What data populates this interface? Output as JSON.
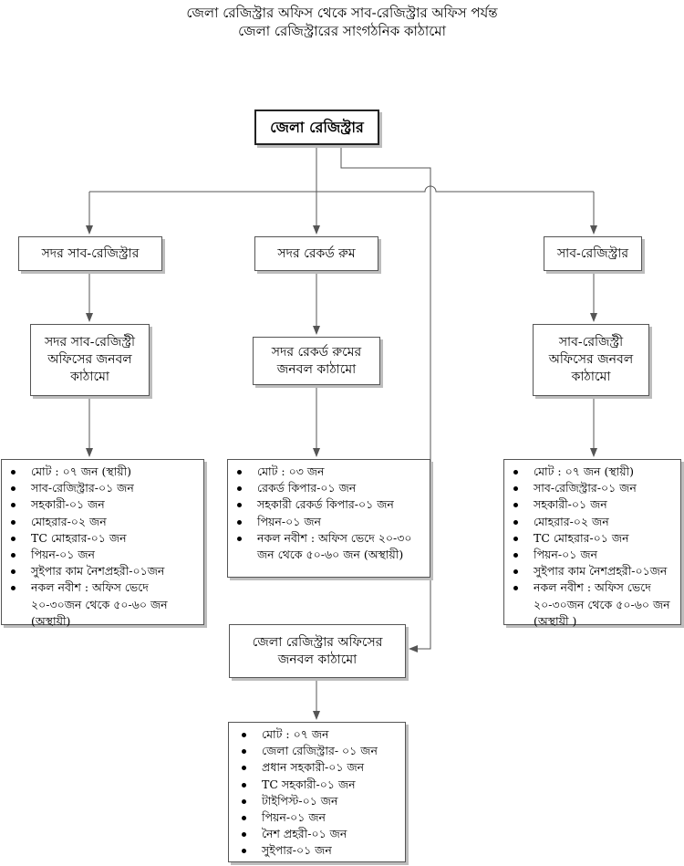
{
  "title": {
    "line1": "জেলা রেজিস্ট্রার অফিস থেকে সাব-রেজিস্ট্রার অফিস পর্যন্ত",
    "line2": "জেলা রেজিস্ট্রারের সাংগঠনিক কাঠামো"
  },
  "nodes": {
    "root": "জেলা রেজিস্ট্রার",
    "left_head": "সদর সাব-রেজিস্ট্রার",
    "center_head": "সদর রেকর্ড রুম",
    "right_head": "সাব-রেজিস্ট্রার",
    "left_structure": "সদর সাব-রেজিস্ট্রী অফিসের জনবল কাঠামো",
    "center_structure": "সদর রেকর্ড রুমের জনবল কাঠামো",
    "right_structure": "সাব-রেজিস্ট্রী অফিসের জনবল কাঠামো",
    "district_structure": "জেলা রেজিস্ট্রার অফিসের জনবল কাঠামো"
  },
  "lists": {
    "left": [
      "মোট : ০৭ জন (স্থায়ী)",
      "সাব-রেজিস্ট্রার-০১ জন",
      "সহকারী-০১ জন",
      "মোহরার-০২ জন",
      "TC মোহরার-০১ জন",
      "পিয়ন-০১ জন",
      "সুইপার কাম নৈশপ্রহরী-০১জন",
      "নকল নবীশ : অফিস ভেদে ২০-৩০জন থেকে ৫০-৬০ জন (অস্থায়ী)"
    ],
    "center": [
      "মোট : ০৩ জন",
      "রেকর্ড কিপার-০১ জন",
      "সহকারী রেকর্ড কিপার-০১ জন",
      "পিয়ন-০১ জন",
      "নকল নবীশ : অফিস ভেদে ২০-৩০ জন থেকে ৫০-৬০ জন (অস্থায়ী)"
    ],
    "right": [
      "মোট : ০৭ জন (স্থায়ী)",
      "সাব-রেজিস্ট্রার-০১ জন",
      "সহকারী-০১ জন",
      "মোহরার-০২ জন",
      "TC মোহরার-০১ জন",
      "পিয়ন-০১ জন",
      "সুইপার কাম নৈশপ্রহরী-০১জন",
      "নকল নবীশ : অফিস ভেদে ২০-৩০জন থেকে ৫০-৬০ জন (অস্থায়ী )"
    ],
    "district": [
      "মোট : ০৭ জন",
      "জেলা রেজিস্ট্রার- ০১ জন",
      "প্রধান সহকারী-০১ জন",
      "TC সহকারী-০১ জন",
      "টাইপিস্ট-০১ জন",
      "পিয়ন-০১ জন",
      "নৈশ প্রহরী-০১ জন",
      "সুইপার-০১ জন"
    ]
  },
  "colors": {
    "line": "#555555",
    "box_border": "#555555",
    "shadow": "#bdbdbd"
  }
}
